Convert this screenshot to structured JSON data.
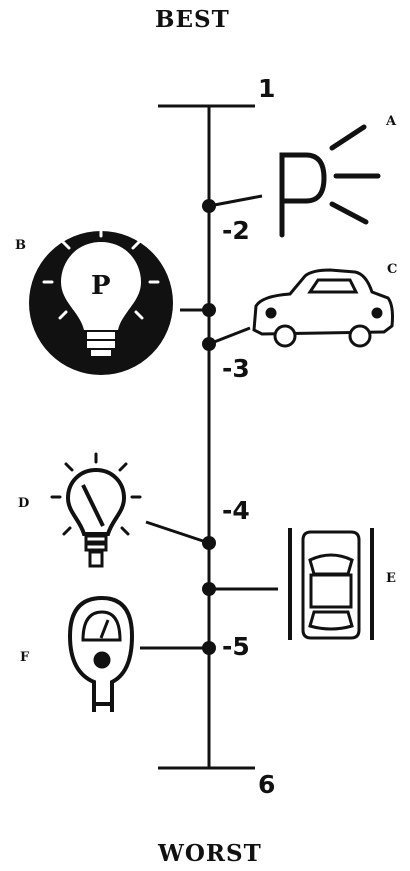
{
  "titles": {
    "top": "BEST",
    "bottom": "WORST"
  },
  "scale": {
    "max_label": "1",
    "min_label": "6",
    "tick_labels": [
      "-2",
      "-3",
      "-4",
      "-5"
    ]
  },
  "items": [
    {
      "letter": "A",
      "icon": "parking-sign-icon",
      "glyph": "P"
    },
    {
      "letter": "B",
      "icon": "lightbulb-p-icon",
      "glyph": "P"
    },
    {
      "letter": "C",
      "icon": "car-headlights-icon"
    },
    {
      "letter": "D",
      "icon": "lightbulb-gauge-icon"
    },
    {
      "letter": "E",
      "icon": "car-in-space-icon"
    },
    {
      "letter": "F",
      "icon": "parking-meter-icon"
    }
  ]
}
